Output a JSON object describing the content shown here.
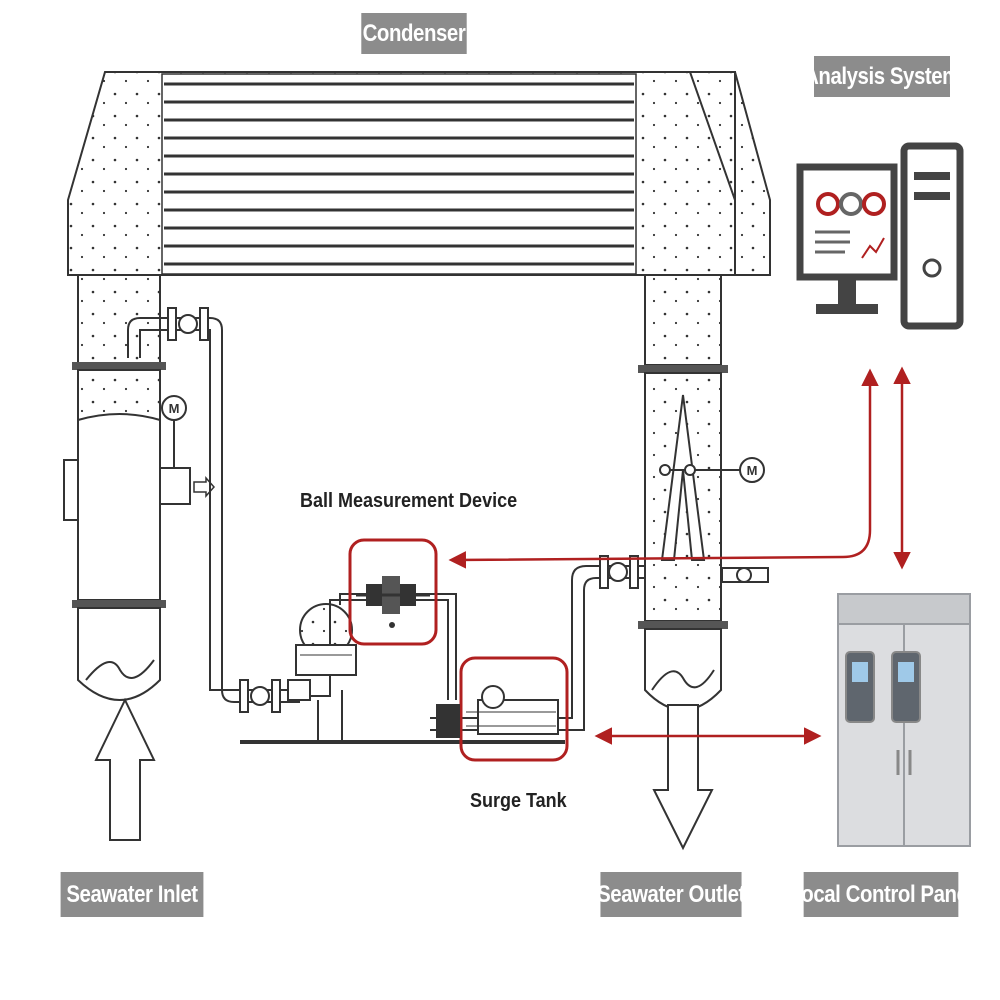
{
  "labels": {
    "condenser": "Condenser",
    "analysis_system": "Analysis System",
    "seawater_inlet": "Seawater Inlet",
    "seawater_outlet": "Seawater Outlet",
    "local_control_panel": "Local Control Panel",
    "ball_measurement_device": "Ball Measurement Device",
    "surge_tank": "Surge Tank"
  },
  "motor_symbol": "M",
  "colors": {
    "label_bg": "#8c8c8c",
    "label_text": "#ffffff",
    "highlight": "#b02020",
    "line": "#333333"
  }
}
